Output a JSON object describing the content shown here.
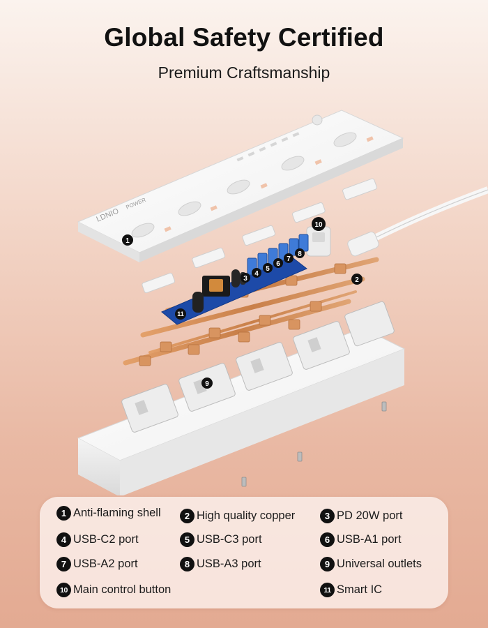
{
  "header": {
    "title": "Global Safety Certified",
    "subtitle": "Premium Craftsmanship"
  },
  "illustration": {
    "brand_text": "LDNIO",
    "model_text": "POWER",
    "colors": {
      "shell": "#ffffff",
      "copper": "#d08a52",
      "pcb": "#1d4aa8",
      "usb_port": "#3f7bd8",
      "marker": "#111111"
    },
    "markers": [
      "1",
      "2",
      "3",
      "4",
      "5",
      "6",
      "7",
      "8",
      "9",
      "10",
      "11"
    ]
  },
  "legend": {
    "items": [
      {
        "num": "1",
        "label": "Anti-flaming shell"
      },
      {
        "num": "2",
        "label": "High quality copper"
      },
      {
        "num": "3",
        "label": "PD 20W port"
      },
      {
        "num": "4",
        "label": "USB-C2 port"
      },
      {
        "num": "5",
        "label": "USB-C3 port"
      },
      {
        "num": "6",
        "label": "USB-A1 port"
      },
      {
        "num": "7",
        "label": "USB-A2 port"
      },
      {
        "num": "8",
        "label": "USB-A3 port"
      },
      {
        "num": "9",
        "label": "Universal outlets"
      },
      {
        "num": "10",
        "label": "Main control button"
      },
      {
        "num": "11",
        "label": "Smart IC"
      }
    ]
  }
}
